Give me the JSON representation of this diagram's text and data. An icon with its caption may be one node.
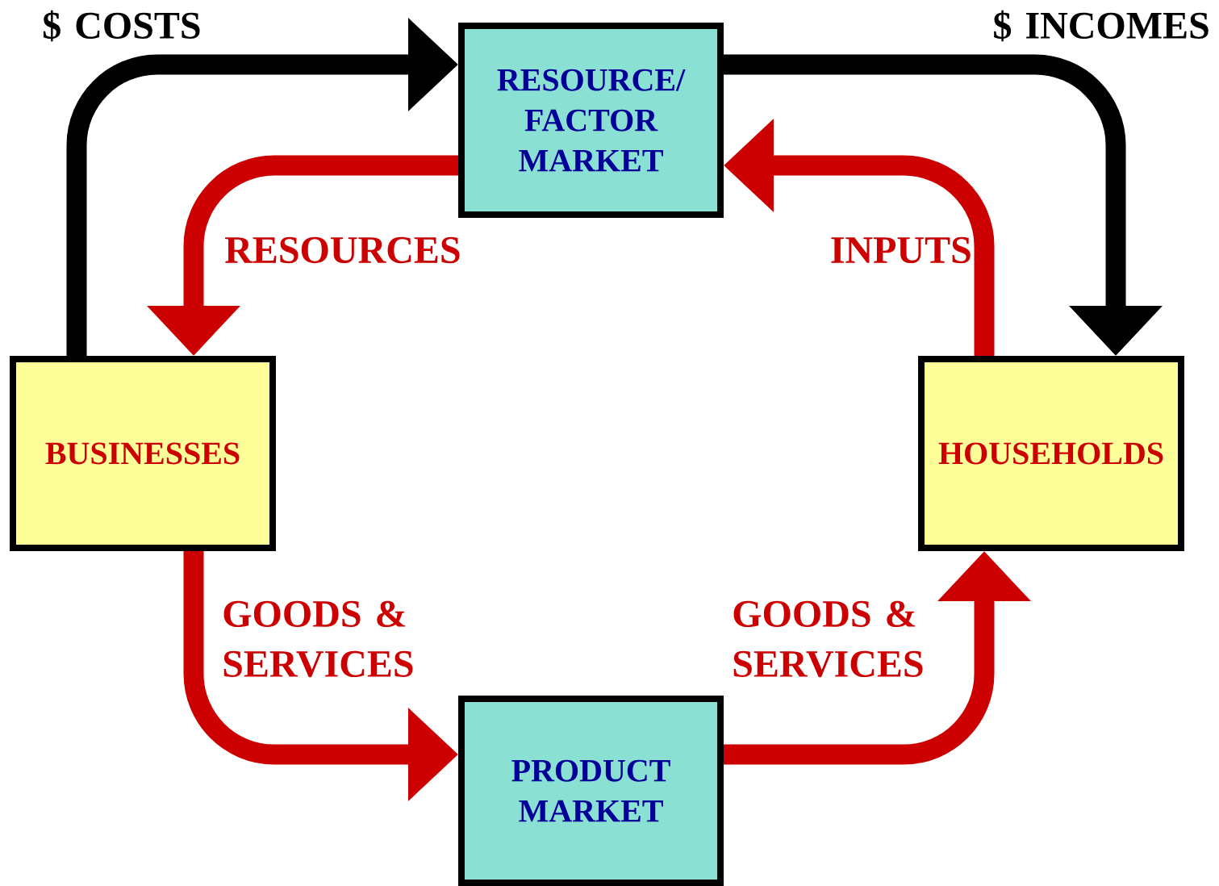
{
  "diagram": {
    "nodes": [
      {
        "text": [
          "RESOURCE/ FACTOR MARKET"
        ]
      },
      {
        "text": [
          "BUSINESSES"
        ]
      },
      {
        "text": [
          "HOUSEHOLDS"
        ]
      },
      {
        "text": [
          "PRODUCT MARKET"
        ]
      }
    ],
    "edges": [
      {
        "from": 1,
        "to": 0,
        "arrow": "to",
        "label": "$ COSTS",
        "color": "#000000"
      },
      {
        "from": 0,
        "to": 2,
        "arrow": "to",
        "label": "$ INCOMES",
        "color": "#000000"
      },
      {
        "from": 0,
        "to": 1,
        "arrow": "to",
        "label": "RESOURCES"
      },
      {
        "from": 2,
        "to": 0,
        "arrow": "to",
        "label": "INPUTS"
      },
      {
        "from": 1,
        "to": 3,
        "arrow": "to",
        "label": "GOODS & SERVICES"
      },
      {
        "from": 3,
        "to": 2,
        "arrow": "to",
        "label": "GOODS & SERVICES"
      }
    ]
  }
}
